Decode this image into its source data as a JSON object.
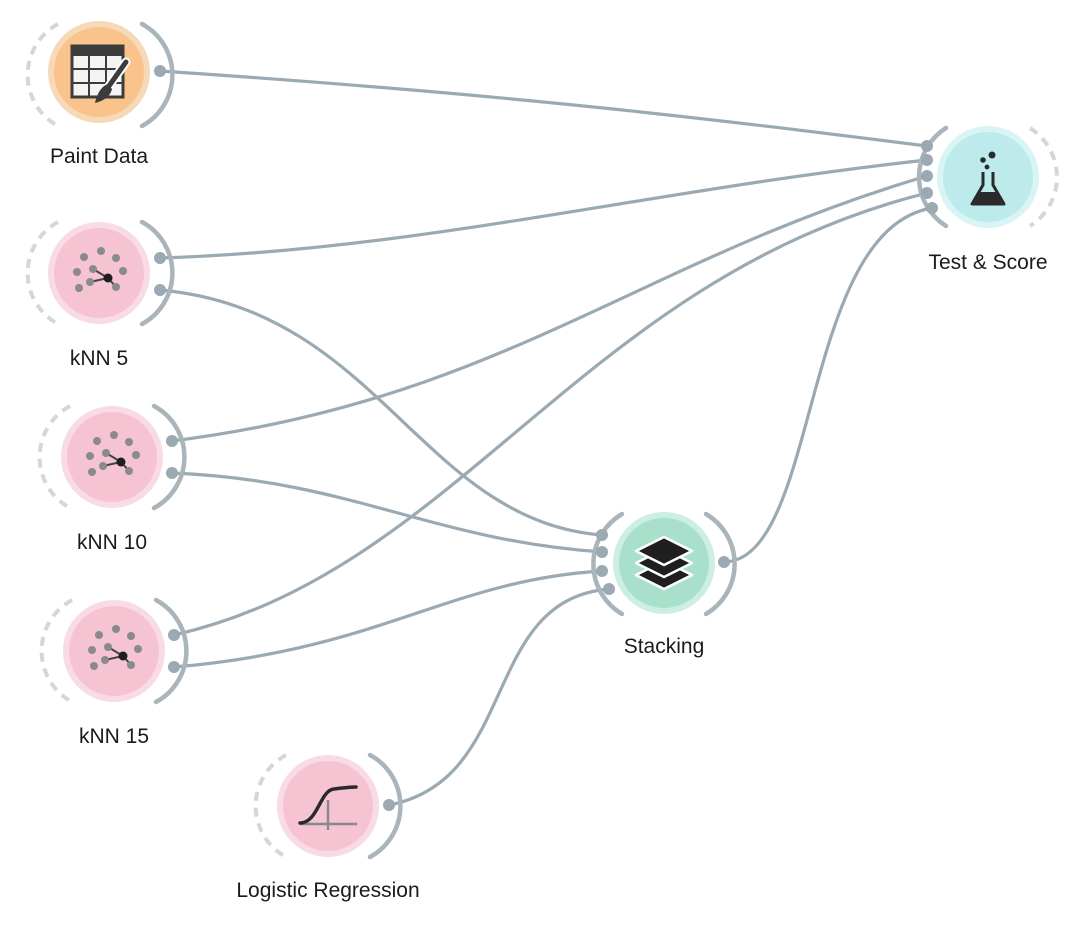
{
  "workflow": {
    "nodes": [
      {
        "id": "paint-data",
        "label": "Paint Data",
        "icon": "paint-data-icon",
        "color": "#f9c38b",
        "outline": "#f5d9b8"
      },
      {
        "id": "knn-5",
        "label": "kNN 5",
        "icon": "knn-icon",
        "color": "#f6c3d3",
        "outline": "#f8dbe5"
      },
      {
        "id": "knn-10",
        "label": "kNN 10",
        "icon": "knn-icon",
        "color": "#f6c3d3",
        "outline": "#f8dbe5"
      },
      {
        "id": "knn-15",
        "label": "kNN 15",
        "icon": "knn-icon",
        "color": "#f6c3d3",
        "outline": "#f8dbe5"
      },
      {
        "id": "logistic-regression",
        "label": "Logistic Regression",
        "icon": "logistic-curve-icon",
        "color": "#f6c3d3",
        "outline": "#f8dbe5"
      },
      {
        "id": "stacking",
        "label": "Stacking",
        "icon": "layers-icon",
        "color": "#a9e0cc",
        "outline": "#cdeee2"
      },
      {
        "id": "test-score",
        "label": "Test & Score",
        "icon": "flask-icon",
        "color": "#bdebeb",
        "outline": "#d9f4f4"
      }
    ],
    "links": [
      {
        "from": "paint-data",
        "to": "test-score"
      },
      {
        "from": "knn-5",
        "to": "test-score"
      },
      {
        "from": "knn-5",
        "to": "stacking"
      },
      {
        "from": "knn-10",
        "to": "test-score"
      },
      {
        "from": "knn-10",
        "to": "stacking"
      },
      {
        "from": "knn-15",
        "to": "test-score"
      },
      {
        "from": "knn-15",
        "to": "stacking"
      },
      {
        "from": "logistic-regression",
        "to": "stacking"
      },
      {
        "from": "stacking",
        "to": "test-score"
      }
    ],
    "colors": {
      "link": "#9aa9b2",
      "port_arc": "#a9b4bb",
      "input_dash": "#d3d7da"
    }
  }
}
